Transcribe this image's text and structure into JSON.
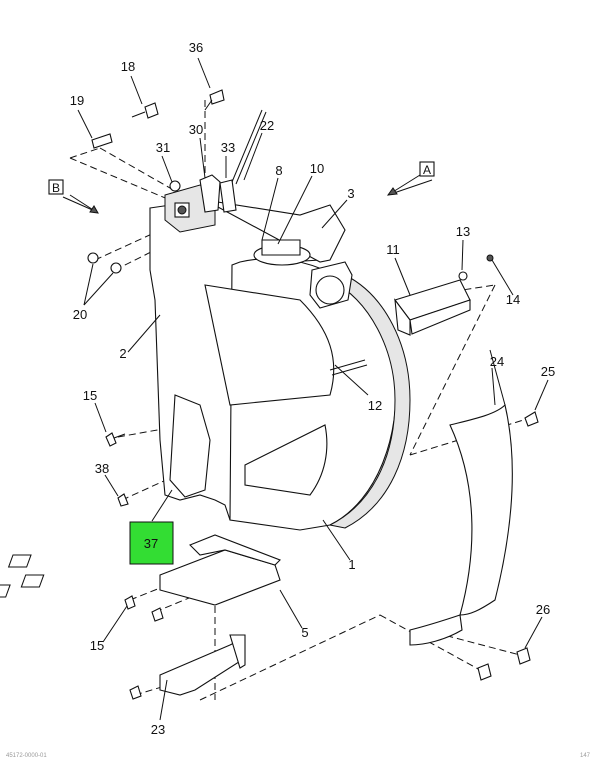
{
  "view_labels": [
    {
      "id": "A",
      "text": "A"
    },
    {
      "id": "B",
      "text": "B"
    }
  ],
  "callouts": [
    "36",
    "18",
    "19",
    "30",
    "22",
    "31",
    "33",
    "8",
    "10",
    "3",
    "13",
    "11",
    "14",
    "20",
    "2",
    "12",
    "24",
    "25",
    "15",
    "38",
    "37",
    "1",
    "5",
    "15",
    "26",
    "23"
  ],
  "highlight": {
    "label": "37",
    "color": "#33dd33"
  },
  "footer": {
    "left": "45172-0000-01",
    "right": "147"
  }
}
